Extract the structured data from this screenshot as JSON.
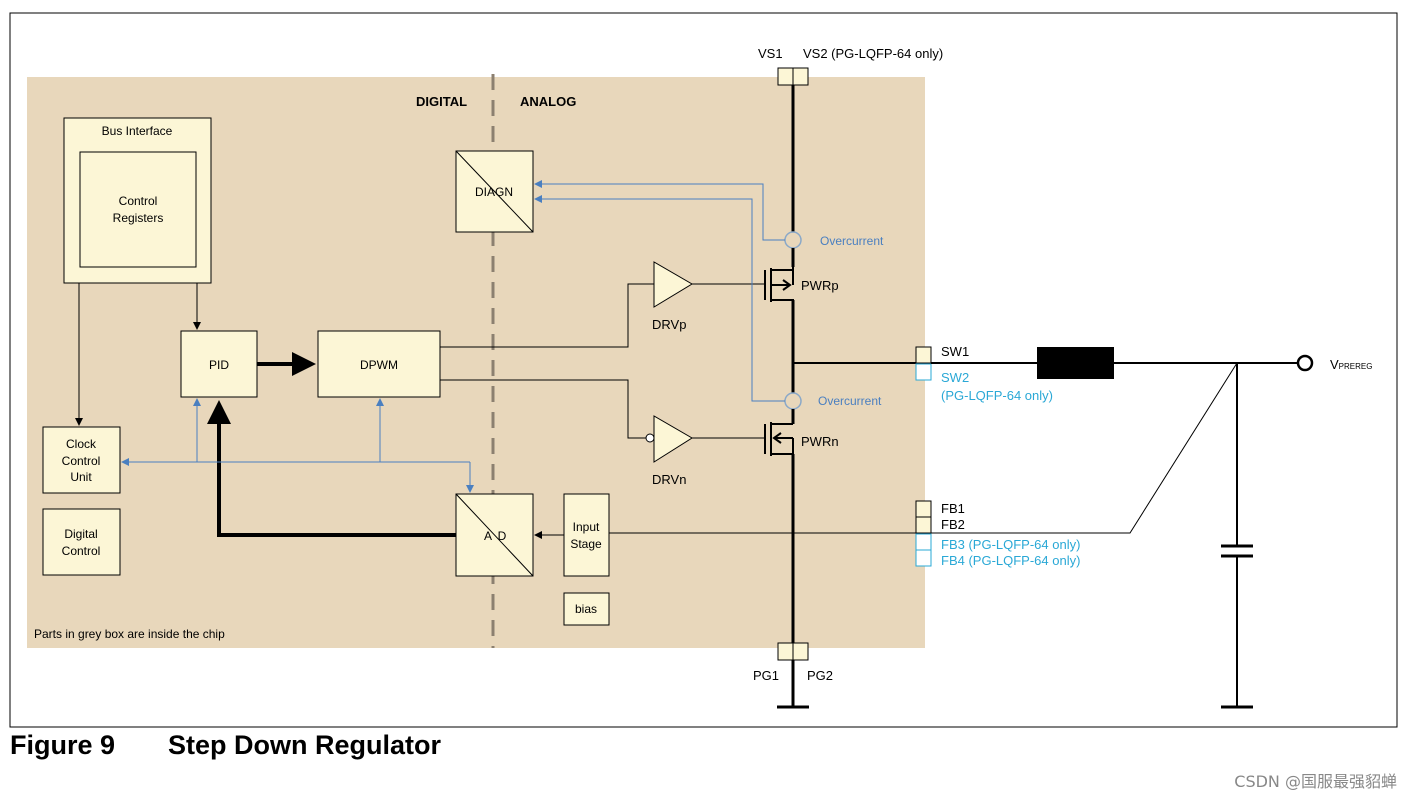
{
  "colors": {
    "chip_bg": "#e8d7bb",
    "block_fill": "#fcf6d6",
    "signal_blue": "#4a7fc0",
    "pin_cyan": "#2aa8d6",
    "divider": "#8c8070"
  },
  "diagram": {
    "digital_label": "DIGITAL",
    "analog_label": "ANALOG",
    "chip_note": "Parts in grey box are inside the chip",
    "blocks": {
      "bus_interface": "Bus Interface",
      "control_registers_1": "Control",
      "control_registers_2": "Registers",
      "pid": "PID",
      "dpwm": "DPWM",
      "clock_1": "Clock",
      "clock_2": "Control",
      "clock_3": "Unit",
      "digital_control_1": "Digital",
      "digital_control_2": "Control",
      "diagn": "DIAGN",
      "adc_a": "A",
      "adc_d": "D",
      "input_stage_1": "Input",
      "input_stage_2": "Stage",
      "bias": "bias"
    },
    "drivers": {
      "drvp": "DRVp",
      "drvn": "DRVn"
    },
    "transistors": {
      "pwrp": "PWRp",
      "pwrn": "PWRn"
    },
    "overcurrent_top": "Overcurrent",
    "overcurrent_bottom": "Overcurrent",
    "pins": {
      "vs1": "VS1",
      "vs2": "VS2 (PG-LQFP-64 only)",
      "sw1": "SW1",
      "sw2": "SW2",
      "sw2_note": "(PG-LQFP-64 only)",
      "fb1": "FB1",
      "fb2": "FB2",
      "fb3": "FB3 (PG-LQFP-64 only)",
      "fb4": "FB4 (PG-LQFP-64 only)",
      "pg1": "PG1",
      "pg2": "PG2",
      "vprereg_main": "V",
      "vprereg_sub": "PREREG"
    }
  },
  "caption": {
    "number": "Figure 9",
    "title": "Step Down Regulator"
  },
  "watermark": "CSDN @国服最强貂蝉"
}
